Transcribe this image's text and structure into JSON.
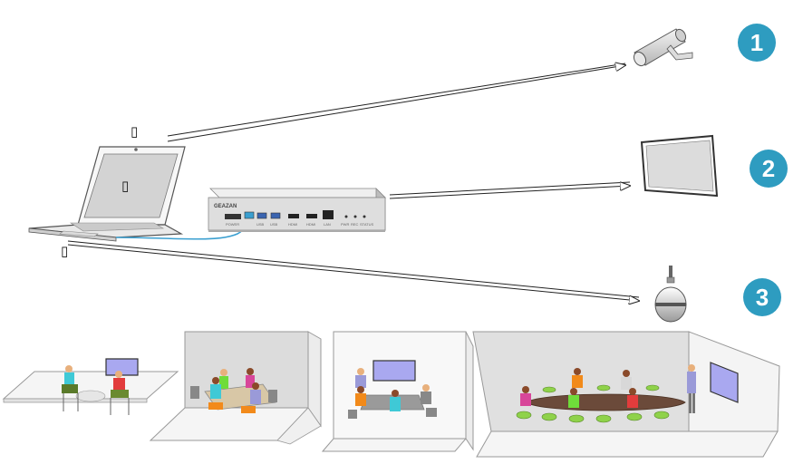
{
  "colors": {
    "badge": "#2e9cc0",
    "arrow": "#222222",
    "cable": "#3a9fd0",
    "device": "#d9d9d9",
    "screen": "#d0d0d0",
    "wall": "#e0e0e0",
    "display": "#a9a8f0"
  },
  "badges": [
    {
      "number": "1",
      "target": "camera"
    },
    {
      "number": "2",
      "target": "display"
    },
    {
      "number": "3",
      "target": "microphone"
    }
  ],
  "device": {
    "brand": "GEAZAN",
    "port_labels": [
      "POWER",
      "USB",
      "USB",
      "HDMI",
      "HDMI",
      "LAN",
      "PWR",
      "REC",
      "STATUS"
    ]
  },
  "laptop": {
    "glyphs": [
      "▯",
      "▯",
      "▯"
    ]
  },
  "rooms": [
    "huddle-room",
    "small-meeting-room",
    "medium-meeting-room",
    "large-boardroom"
  ],
  "icons": {
    "camera": "camera-icon",
    "display": "display-icon",
    "microphone": "microphone-icon",
    "laptop": "laptop-icon",
    "device": "conference-hub-icon"
  }
}
